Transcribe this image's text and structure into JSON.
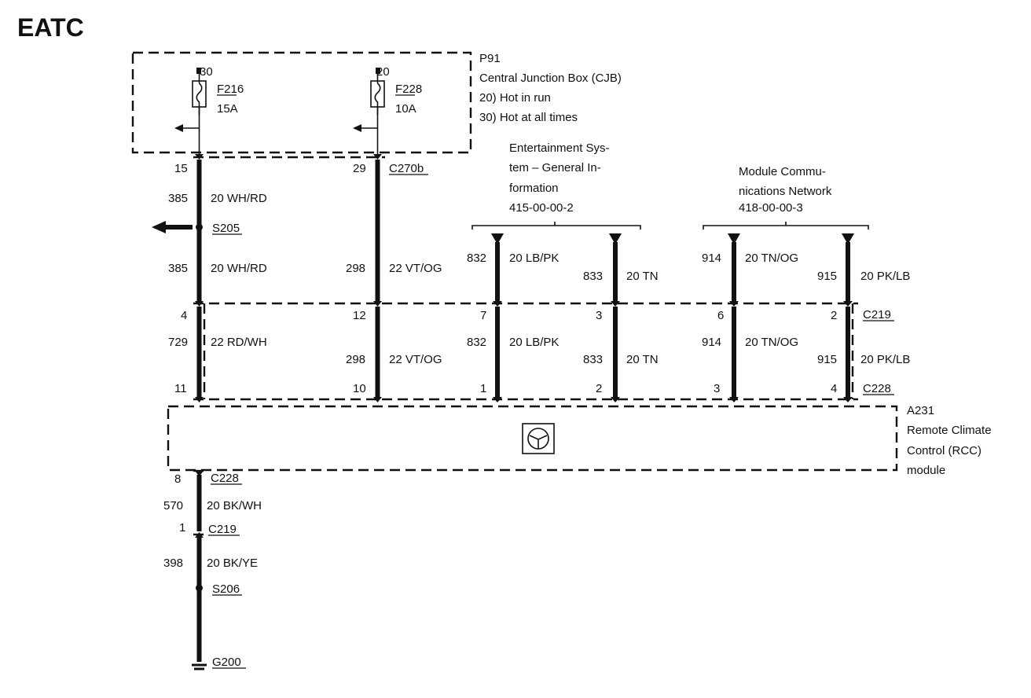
{
  "title": "EATC",
  "cjb": {
    "id": "P91",
    "name": "Central Junction Box (CJB)",
    "note_20": "20)  Hot in run",
    "note_30": "30)  Hot at all times",
    "fuse1": {
      "pin": "30",
      "id": "F216",
      "rating": "15A"
    },
    "fuse2": {
      "pin": "20",
      "id": "F228",
      "rating": "10A"
    }
  },
  "ref_entertainment": {
    "line1": "Entertainment Sys-",
    "line2": "tem – General In-",
    "line3": "formation",
    "line4": "415-00-00-2"
  },
  "ref_network": {
    "line1": "Module Commu-",
    "line2": "nications Network",
    "line3": "418-00-00-3"
  },
  "upper": {
    "w1_pin": "15",
    "w1_circuit_a": "385",
    "w1_color_a": "20 WH/RD",
    "splice_s205": "S205",
    "w1_circuit_b": "385",
    "w1_color_b": "20 WH/RD",
    "w2_pin": "29",
    "connector_c270b": "C270b",
    "w2_circuit": "298",
    "w2_color": "22 VT/OG",
    "w3_circuit": "832",
    "w3_color": "20 LB/PK",
    "w4_circuit": "833",
    "w4_color": "20 TN",
    "w5_circuit": "914",
    "w5_color": "20 TN/OG",
    "w6_circuit": "915",
    "w6_color": "20 PK/LB"
  },
  "c219_pins": {
    "p1": "4",
    "p2": "12",
    "p3": "7",
    "p4": "3",
    "p5": "6",
    "p6": "2",
    "label": "C219"
  },
  "middle": {
    "w1_circuit": "729",
    "w1_color": "22 RD/WH",
    "w2_circuit": "298",
    "w2_color": "22 VT/OG",
    "w3_circuit": "832",
    "w3_color": "20 LB/PK",
    "w4_circuit": "833",
    "w4_color": "20 TN",
    "w5_circuit": "914",
    "w5_color": "20 TN/OG",
    "w6_circuit": "915",
    "w6_color": "20 PK/LB"
  },
  "c228_pins": {
    "p1": "11",
    "p2": "10",
    "p3": "1",
    "p4": "2",
    "p5": "3",
    "p6": "4",
    "label": "C228"
  },
  "module": {
    "id": "A231",
    "line1": "Remote Climate",
    "line2": "Control (RCC)",
    "line3": "module"
  },
  "ground": {
    "c228_pin": "8",
    "c228_label": "C228",
    "circuit_a": "570",
    "color_a": "20 BK/WH",
    "c219_pin": "1",
    "c219_label": "C219",
    "circuit_b": "398",
    "color_b": "20 BK/YE",
    "splice": "S206",
    "ground_label": "G200"
  }
}
